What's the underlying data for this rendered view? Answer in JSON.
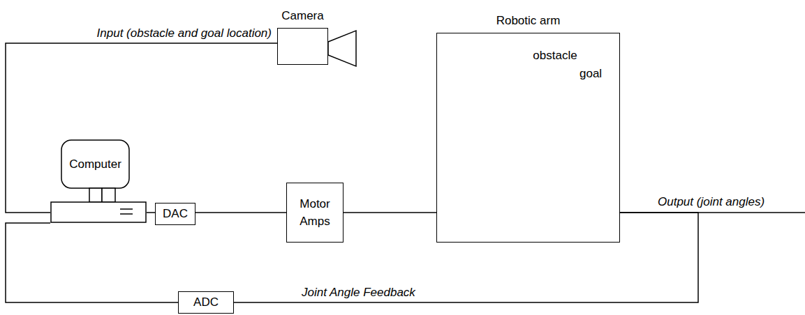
{
  "diagram": {
    "nodes": [
      {
        "text": [
          "Camera"
        ]
      },
      {
        "text": [
          "Computer"
        ]
      },
      {
        "text": [
          "DAC"
        ]
      },
      {
        "text": [
          "Motor Amps"
        ]
      },
      {
        "text": [
          "Robotic arm"
        ]
      },
      {
        "text": [
          "ADC"
        ]
      }
    ],
    "edges": [
      {
        "from": 0,
        "to": 1,
        "arrow": "none",
        "label": "Input (obstacle and goal location)"
      },
      {
        "from": 1,
        "to": 2,
        "arrow": "none"
      },
      {
        "from": 2,
        "to": 3,
        "arrow": "none"
      },
      {
        "from": 3,
        "to": 4,
        "arrow": "none"
      },
      {
        "from": 4,
        "to": 5,
        "arrow": "none",
        "label": "Joint Angle Feedback"
      },
      {
        "from": 5,
        "to": 1,
        "arrow": "none"
      }
    ],
    "labels": [
      "Output (joint angles)",
      "obstacle",
      "goal"
    ]
  }
}
